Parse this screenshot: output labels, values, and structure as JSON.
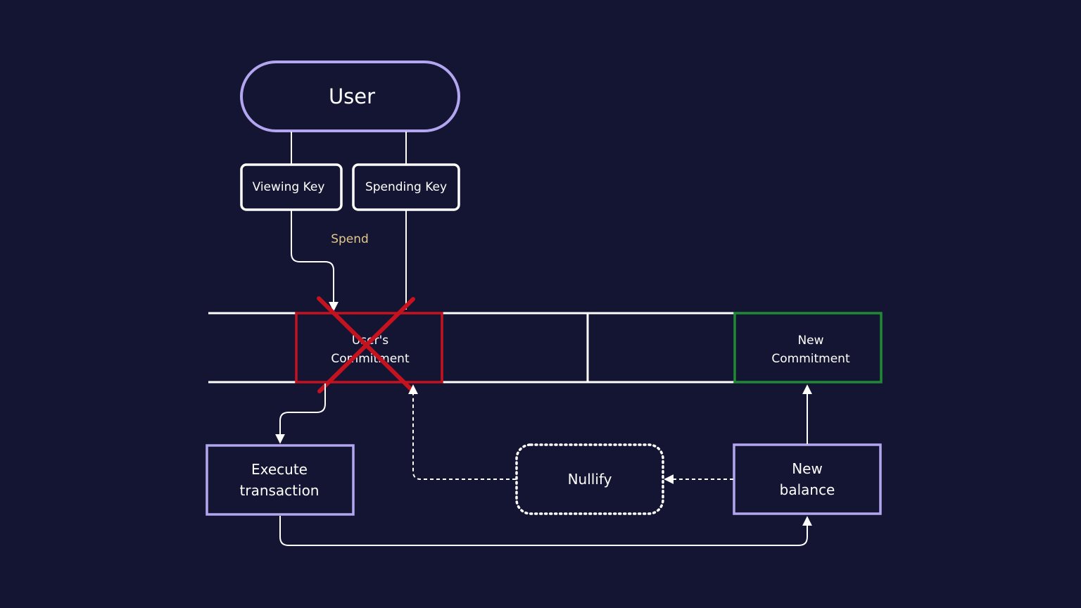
{
  "colors": {
    "background": "#141433",
    "purple": "#b3a6f0",
    "white": "#ffffff",
    "red": "#c4121e",
    "green": "#1e8a34",
    "spend": "#e0c98a"
  },
  "nodes": {
    "user": "User",
    "viewing_key": "Viewing Key",
    "spending_key": "Spending Key",
    "spend_label": "Spend",
    "users_commitment": [
      "User's",
      "Commitment"
    ],
    "new_commitment": [
      "New",
      "Commitment"
    ],
    "execute_transaction": [
      "Execute",
      "transaction"
    ],
    "nullify": "Nullify",
    "new_balance": [
      "New",
      "balance"
    ]
  }
}
